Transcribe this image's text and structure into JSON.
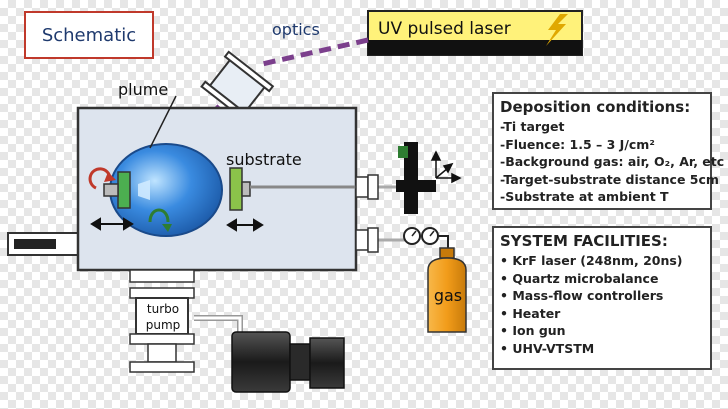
{
  "title_box": "Schematic",
  "labels": {
    "optics": "optics",
    "laser": "UV pulsed laser",
    "plume": "plume",
    "substrate": "substrate",
    "turbo_line1": "turbo",
    "turbo_line2": "pump",
    "gas": "gas"
  },
  "deposition": {
    "heading": "Deposition conditions:",
    "items": [
      "-Ti target",
      "-Fluence: 1.5 – 3 J/cm²",
      "-Background gas: air, O₂, Ar, etc",
      "-Target-substrate distance 5cm",
      "-Substrate at ambient T"
    ]
  },
  "facilities": {
    "heading": "SYSTEM FACILITIES:",
    "items": [
      "• KrF laser (248nm, 20ns)",
      "• Quartz microbalance",
      "• Mass-flow controllers",
      "• Heater",
      "• Ion gun",
      "• UHV-VTSTM"
    ]
  },
  "colors": {
    "laser_box": "#fff27a",
    "beam": "#7b3f8c",
    "chamber": "#dde4ee",
    "plume": "#2f80d8",
    "target_green": "#4caf50",
    "substrate_green": "#8bc34a",
    "gas_cylinder": "#f29c1a",
    "title_border": "#c0392b"
  },
  "icons": [
    "lightning-icon",
    "rotation-arrow-icon",
    "double-arrow-icon",
    "axes-icon",
    "pressure-gauge-icon"
  ]
}
